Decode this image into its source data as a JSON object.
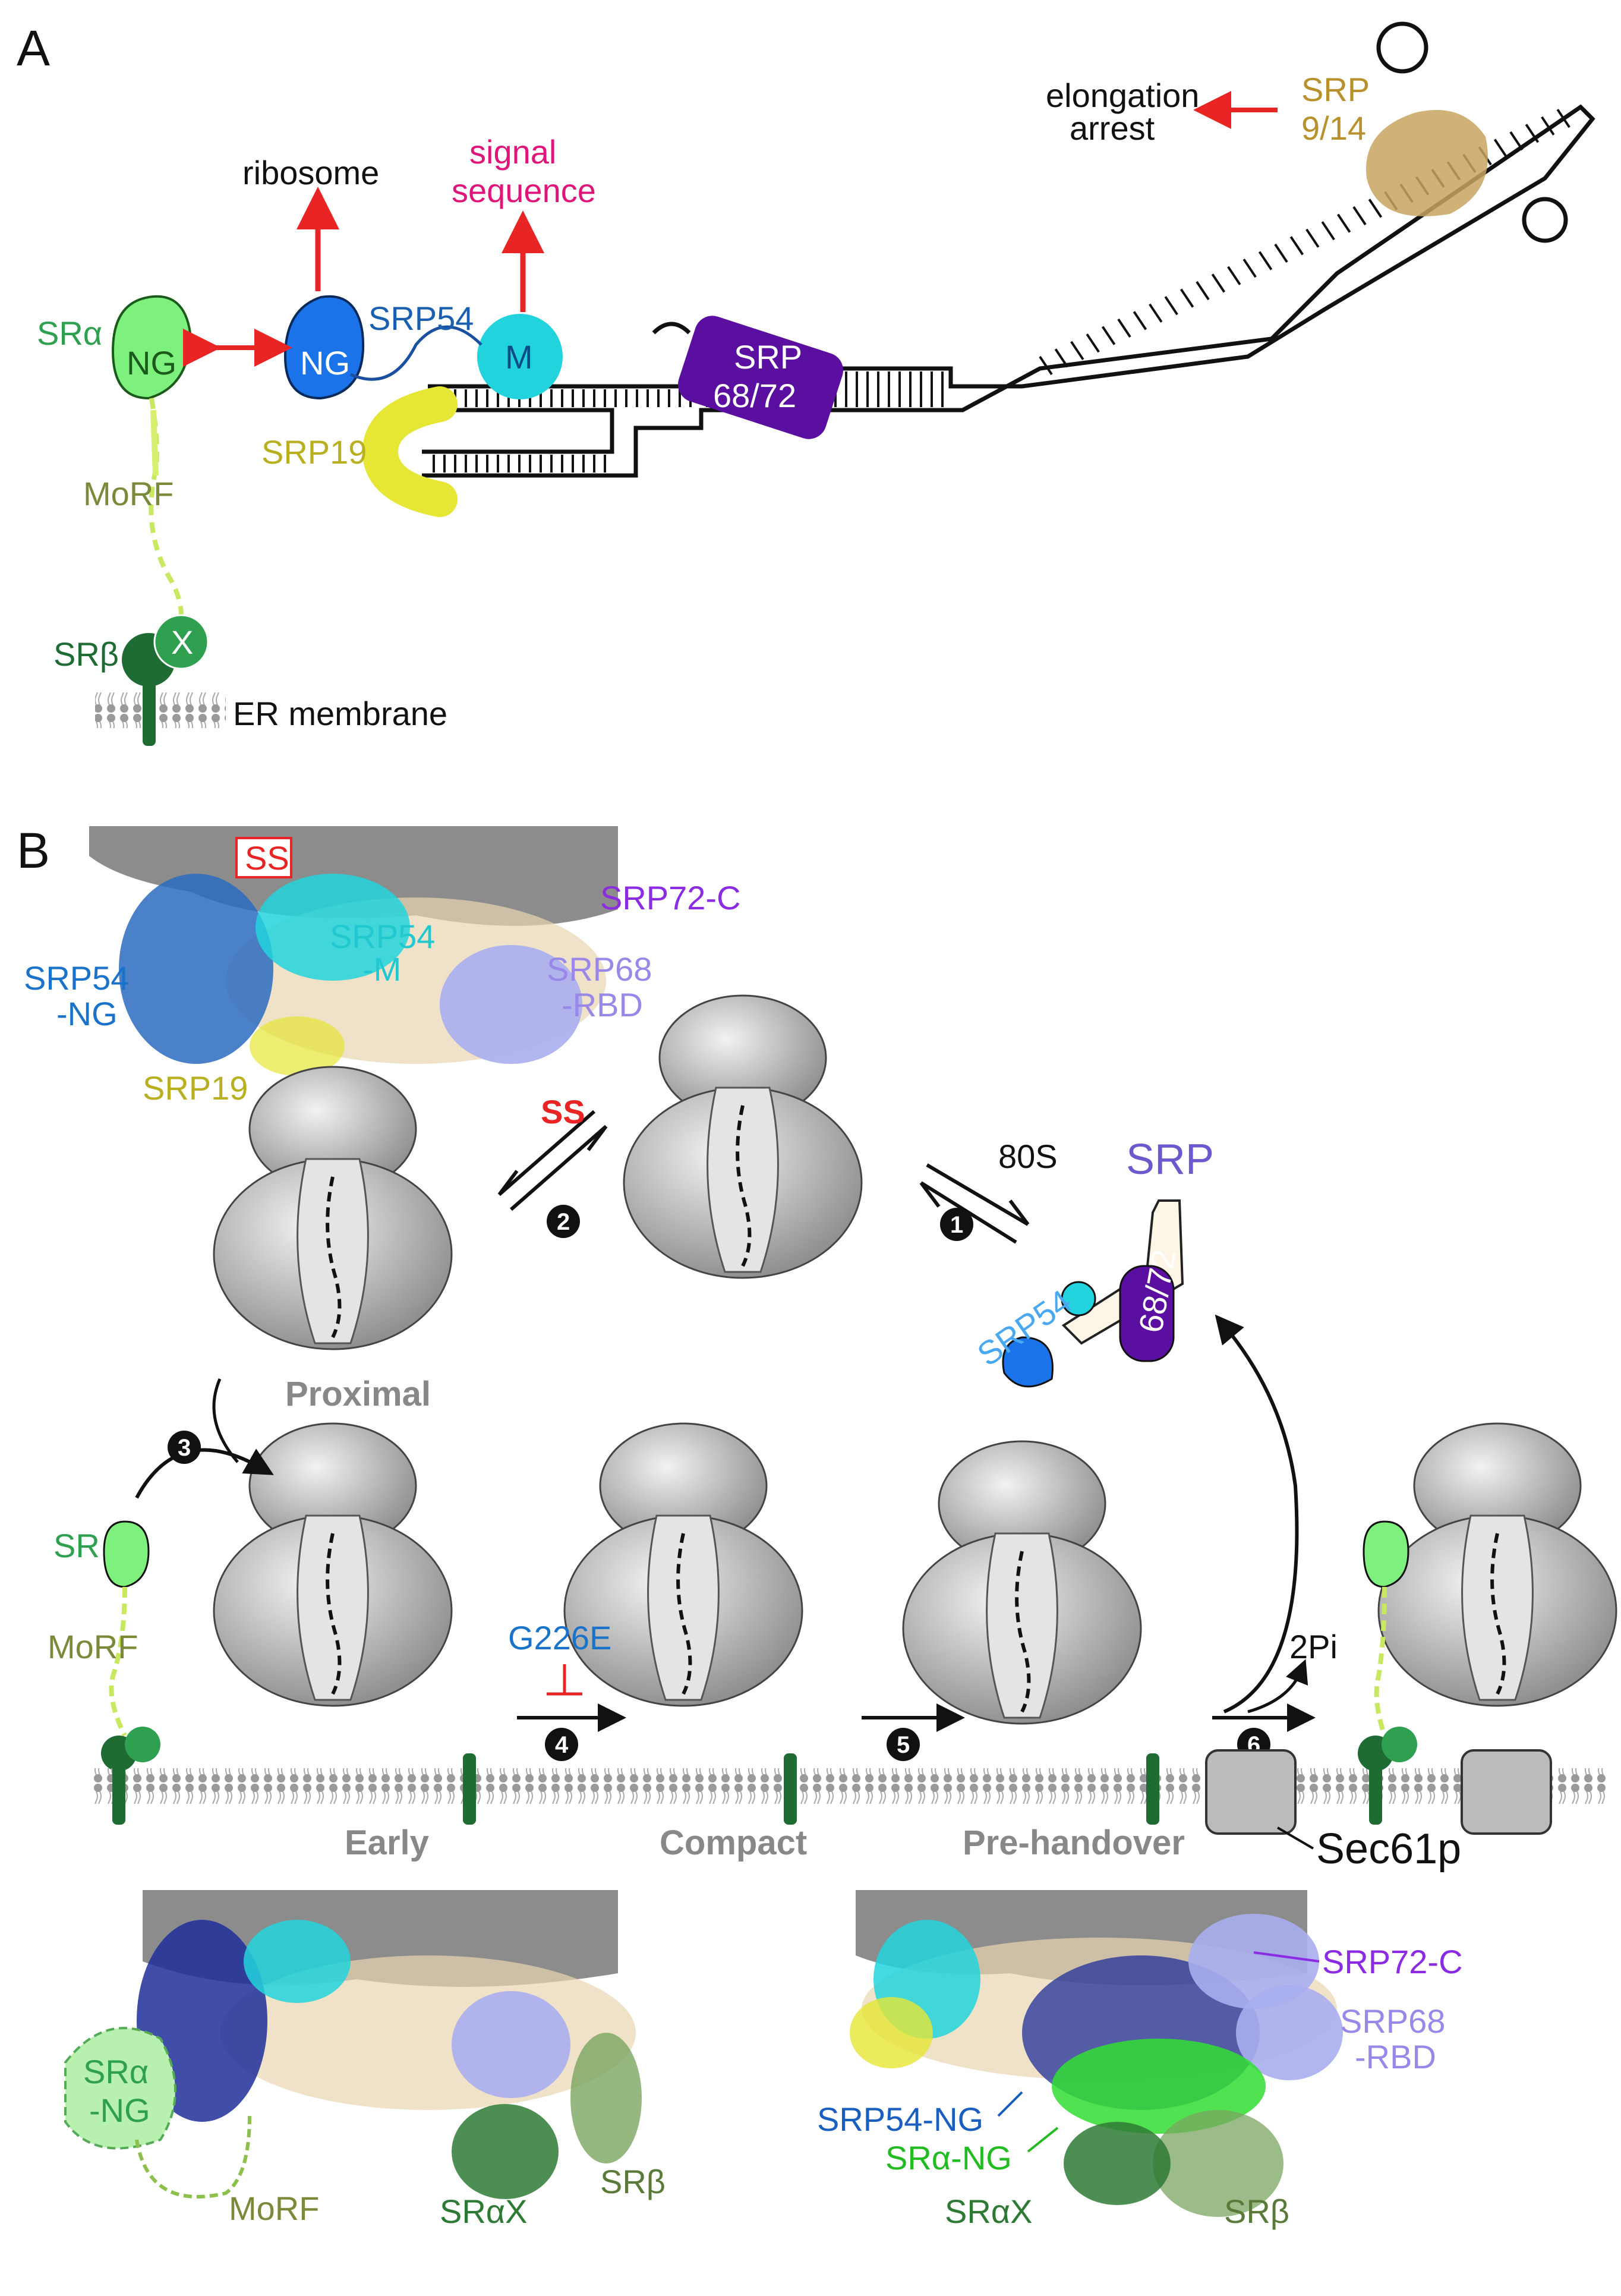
{
  "panelA": {
    "label": "A",
    "sralpha": "SRα",
    "ng_left": "NG",
    "ng_right": "NG",
    "morf": "MoRF",
    "srbeta": "SRβ",
    "x_domain": "X",
    "er_membrane": "ER membrane",
    "ribosome": "ribosome",
    "signal_sequence_1": "signal",
    "signal_sequence_2": "sequence",
    "srp54": "SRP54",
    "m_domain": "M",
    "srp19": "SRP19",
    "srp6872_1": "SRP",
    "srp6872_2": "68/72",
    "elongation_1": "elongation",
    "elongation_2": "arrest",
    "srp914_1": "SRP",
    "srp914_2": "9/14"
  },
  "panelB": {
    "label": "B",
    "ss_box": "SS",
    "srp72c_top": "SRP72-C",
    "srp54ng_1": "SRP54",
    "srp54ng_2": "-NG",
    "srp54m_1": "SRP54",
    "srp54m_2": "-M",
    "srp68rbd_1": "SRP68",
    "srp68rbd_2": "-RBD",
    "srp19": "SRP19",
    "ss_red": "SS",
    "step1": "1",
    "step2": "2",
    "step3": "3",
    "step4": "4",
    "step5": "5",
    "step6": "6",
    "s80": "80S",
    "srp": "SRP",
    "srp54_small": "SRP54",
    "s6872_small": "68/72",
    "proximal": "Proximal",
    "sr": "SR",
    "morf": "MoRF",
    "g226e": "G226E",
    "pi2": "2Pi",
    "early": "Early",
    "compact": "Compact",
    "prehandover": "Pre-handover",
    "sec61p": "Sec61p",
    "sralpha_ng_1": "SRα",
    "sralpha_ng_2": "-NG",
    "morf_bottom": "MoRF",
    "sralphax_left": "SRαX",
    "srbeta_left": "SRβ",
    "srp72c_right": "SRP72-C",
    "srp68rbd_r1": "SRP68",
    "srp68rbd_r2": "-RBD",
    "srp54ng_right": "SRP54-NG",
    "sralphang_right": "SRα-NG",
    "sralphax_right": "SRαX",
    "srbeta_right": "SRβ"
  },
  "colors": {
    "srp54_blue": "#1a73e8",
    "m_cyan": "#22d3dd",
    "sr_green": "#7ef07e",
    "srbeta_dark": "#1e6b34",
    "srp68_purple": "#5b0fa0",
    "srp19_yellow": "#e6e635",
    "srp914_gold": "#c8a460",
    "arrow_red": "#e82424",
    "signal_pink": "#e0157a"
  }
}
